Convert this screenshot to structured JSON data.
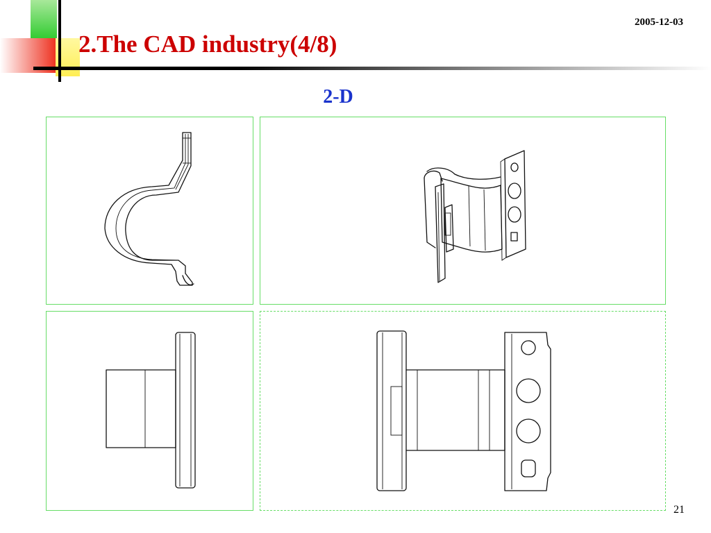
{
  "slide": {
    "title": "2.The CAD industry(4/8)",
    "date": "2005-12-03",
    "subtitle": "2-D",
    "page_number": "21"
  },
  "colors": {
    "title": "#cc0000",
    "subtitle": "#1a33cc",
    "panel_border": "#66dd66",
    "accent_green": "#33cc33",
    "accent_red": "#ee3322",
    "accent_yellow": "#ffee55"
  }
}
